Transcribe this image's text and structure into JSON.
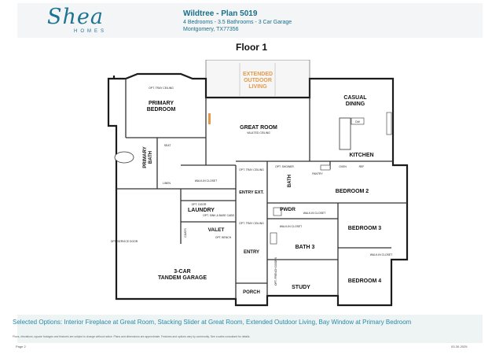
{
  "brand": {
    "name": "Shea",
    "sub": "HOMES"
  },
  "plan": {
    "title": "Wildtree - Plan 5019",
    "specs": "4 Bedrooms - 3.5 Bathrooms - 3 Car Garage",
    "location": "Montgomery, TX77356"
  },
  "floor_title": "Floor 1",
  "rooms": {
    "extended_outdoor_1": "EXTENDED",
    "extended_outdoor_2": "OUTDOOR",
    "extended_outdoor_3": "LIVING",
    "casual_dining_1": "CASUAL",
    "casual_dining_2": "DINING",
    "primary_bedroom_1": "PRIMARY",
    "primary_bedroom_2": "BEDROOM",
    "opt_tray_ceiling": "OPT. TRAY CEILING",
    "great_room": "GREAT ROOM",
    "vaulted_ceiling": "VAULTED CEILING",
    "kitchen": "KITCHEN",
    "primary_bath_1": "PRIMARY",
    "primary_bath_2": "BATH",
    "seat": "SEAT",
    "linen": "LINEN",
    "walk_in_closet": "WALK-IN CLOSET",
    "opt_tray_ceiling_2": "OPT. TRAY CEILING",
    "entry_ext": "ENTRY EXT.",
    "opt_shower": "OPT. SHOWER",
    "bath": "BATH",
    "pantry": "PANTRY",
    "oven": "OVEN",
    "ref": "REF",
    "dw": "DW",
    "bedroom_2": "BEDROOM 2",
    "laundry": "LAUNDRY",
    "opt_door": "OPT. DOOR",
    "opt_sink": "OPT. SINK & BASE CABS",
    "coats": "COATS",
    "valet": "VALET",
    "opt_bench": "OPT. BENCH",
    "opt_tray_ceiling_3": "OPT. TRAY CEILING",
    "pwdr": "PWDR",
    "walk_in_closet_2": "WALK-IN CLOSET",
    "walk_in_closet_3": "WALK-IN CLOSET",
    "bedroom_3": "BEDROOM 3",
    "bath_3": "BATH 3",
    "opt_service_door": "OPT. SERVICE DOOR",
    "entry": "ENTRY",
    "walk_in_closet_4": "WALK-IN CLOSET",
    "garage_1": "3-CAR",
    "garage_2": "TANDEM GARAGE",
    "opt_french_doors": "OPT. FRENCH DOORS",
    "study": "STUDY",
    "bedroom_4": "BEDROOM 4",
    "porch": "PORCH"
  },
  "footer": {
    "options": "Selected Options: Interior Fireplace at Great Room, Stacking Slider at Great Room, Extended Outdoor Living, Bay Window at Primary Bedroom",
    "disclaimer": "Plans, elevations, square footages and features are subject to change without notice. Plans and dimensions are approximate. Features and options vary by community. See a sales consultant for details.",
    "page": "Page 2",
    "date": "03-30-2025"
  }
}
